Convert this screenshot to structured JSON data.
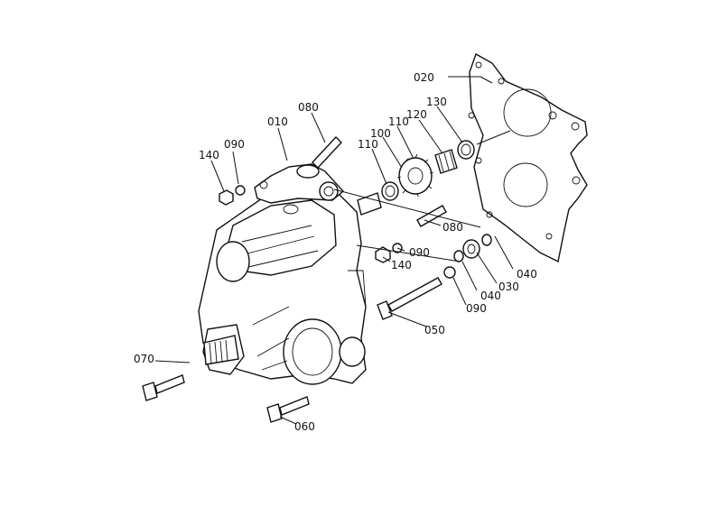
{
  "diagram": {
    "callouts": {
      "p020": "020",
      "p080_top": "080",
      "p010": "010",
      "p130": "130",
      "p120": "120",
      "p110_a": "110",
      "p100": "100",
      "p110_b": "110",
      "p140_left": "140",
      "p090_left": "090",
      "p080_mid": "080",
      "p090_mid": "090",
      "p140_mid": "140",
      "p040_right": "040",
      "p030": "030",
      "p040_mid": "040",
      "p090_right": "090",
      "p050": "050",
      "p070": "070",
      "p060": "060"
    }
  }
}
